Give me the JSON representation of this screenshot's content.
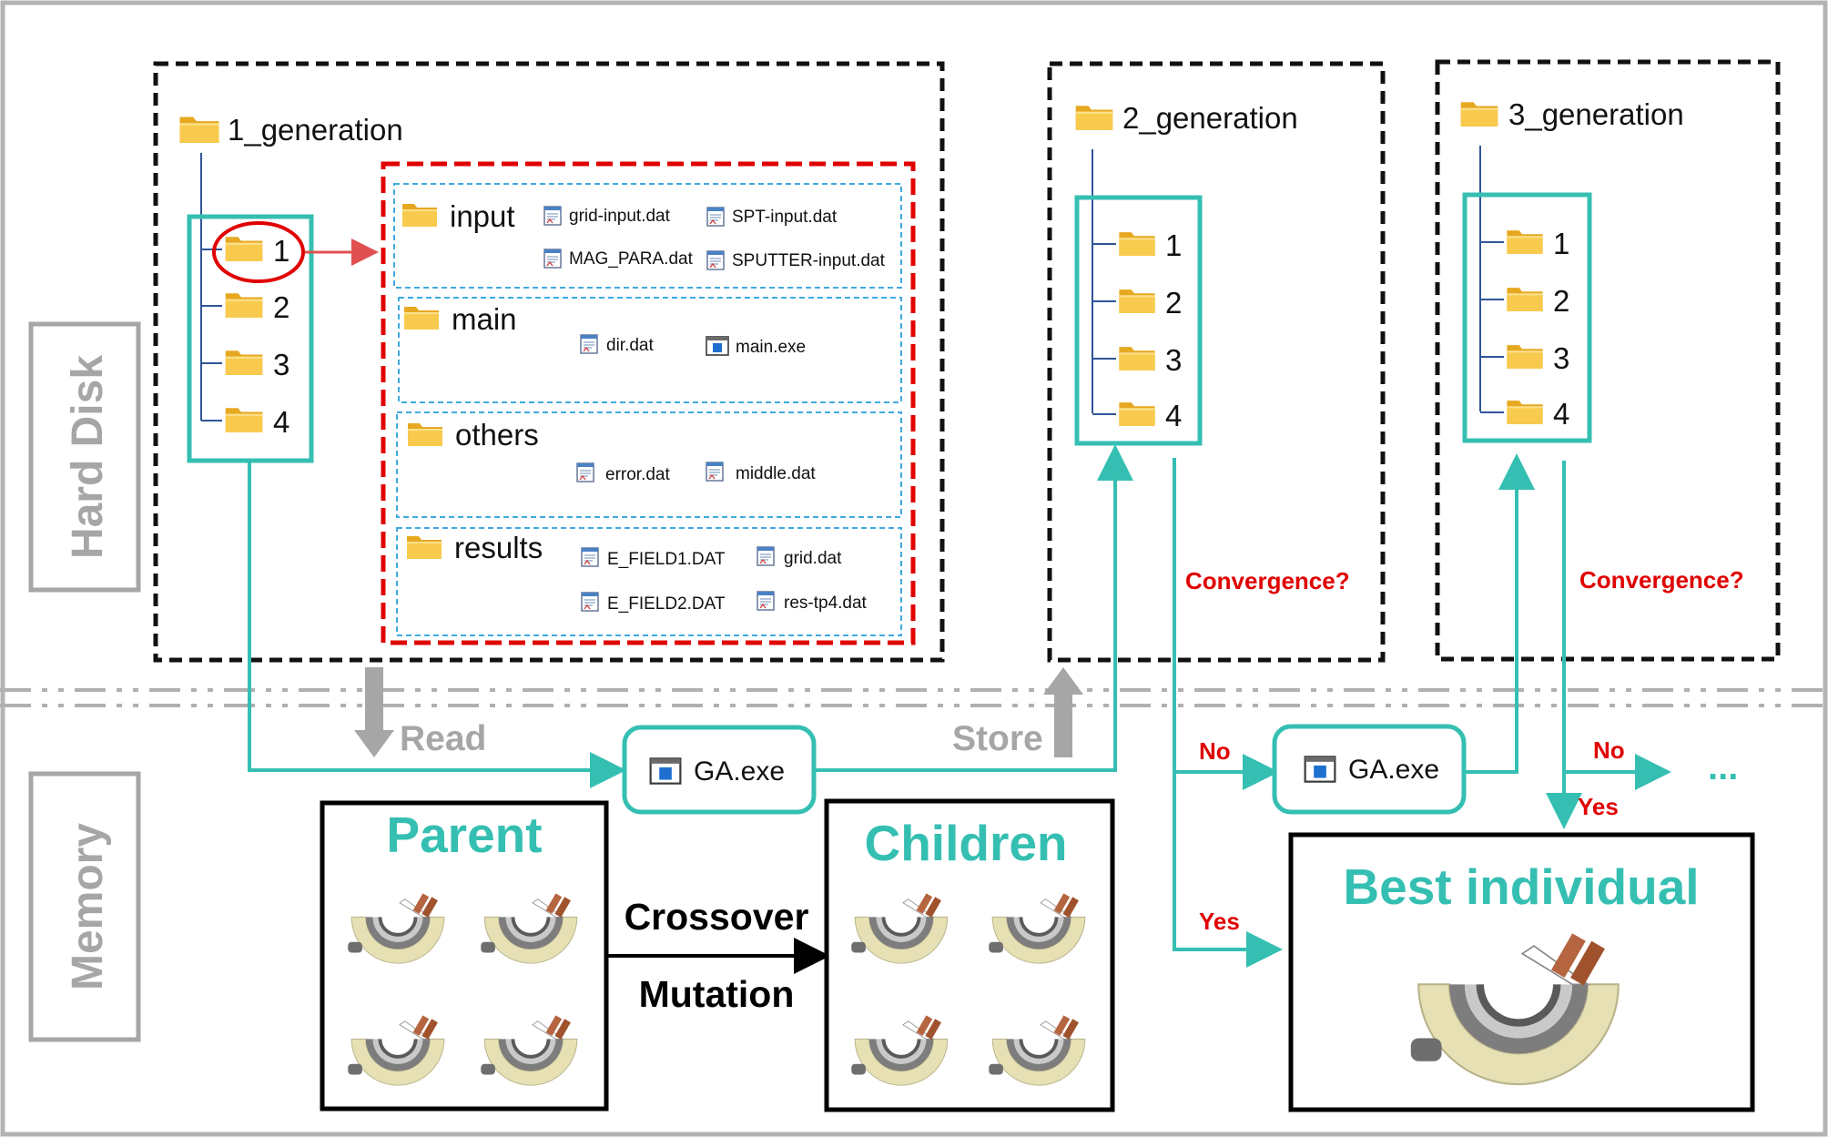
{
  "colors": {
    "teal": "#35bfb2",
    "red": "#e00000",
    "grey": "#a6a6a6",
    "folder": "#f5c342",
    "blue_line": "#2f5597",
    "light_blue_dash": "#3fa9e0"
  },
  "side_labels": {
    "hard_disk": "Hard Disk",
    "memory": "Memory"
  },
  "gen1": {
    "title": "1_generation",
    "folders": [
      "1",
      "2",
      "3",
      "4"
    ],
    "groups": [
      {
        "name": "input",
        "files": [
          "grid-input.dat",
          "SPT-input.dat",
          "MAG_PARA.dat",
          "SPUTTER-input.dat"
        ]
      },
      {
        "name": "main",
        "files": [
          "dir.dat",
          "main.exe"
        ]
      },
      {
        "name": "others",
        "files": [
          "error.dat",
          "middle.dat"
        ]
      },
      {
        "name": "results",
        "files": [
          "E_FIELD1.DAT",
          "grid.dat",
          "E_FIELD2.DAT",
          "res-tp4.dat"
        ]
      }
    ]
  },
  "gen2": {
    "title": "2_generation",
    "folders": [
      "1",
      "2",
      "3",
      "4"
    ],
    "question": "Convergence?"
  },
  "gen3": {
    "title": "3_generation",
    "folders": [
      "1",
      "2",
      "3",
      "4"
    ],
    "question": "Convergence?"
  },
  "flow": {
    "read": "Read",
    "store": "Store",
    "ga1": "GA.exe",
    "ga2": "GA.exe",
    "no1": "No",
    "no2": "No",
    "yes1": "Yes",
    "yes2": "Yes",
    "ellipsis": "..."
  },
  "memory": {
    "parent": "Parent",
    "children": "Children",
    "crossover": "Crossover",
    "mutation": "Mutation",
    "best": "Best individual"
  },
  "icons": [
    "folder-icon",
    "data-file-icon",
    "exe-icon",
    "magnetron-model-icon"
  ]
}
